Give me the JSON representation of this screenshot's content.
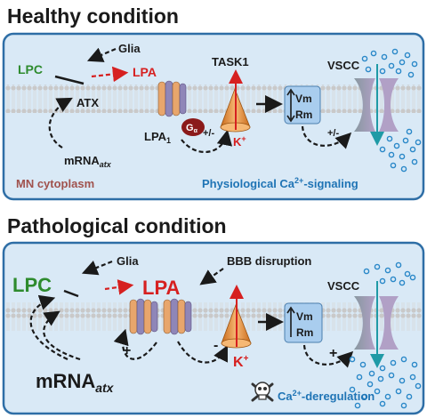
{
  "panels": [
    {
      "id": "healthy",
      "heading": "Healthy condition",
      "labels": {
        "glia": "Glia",
        "lpc": "LPC",
        "lpa": "LPA",
        "atx": "ATX",
        "task1": "TASK1",
        "lpa1": "LPA",
        "lpa1_sub": "1",
        "galpha": "G",
        "galpha_sub": "α",
        "plus_minus_1": "+/-",
        "k_ion": "K",
        "k_sup": "+",
        "vm": "Vm",
        "rm": "Rm",
        "vscc": "VSCC",
        "plus_minus_2": "+/-",
        "mrna": "mRNA",
        "mrna_sub": "atx",
        "cytoplasm": "MN cytoplasm",
        "signaling_pre": "Physiological Ca",
        "signaling_sup": "2+",
        "signaling_post": "-signaling"
      }
    },
    {
      "id": "pathological",
      "heading": "Pathological condition",
      "labels": {
        "glia": "Glia",
        "lpc": "LPC",
        "lpa": "LPA",
        "bbb": "BBB disruption",
        "plus": "+",
        "minus": "-",
        "k_ion": "K",
        "k_sup": "+",
        "vm": "Vm",
        "rm": "Rm",
        "vscc": "VSCC",
        "plus_2": "+",
        "mrna": "mRNA",
        "mrna_sub": "atx",
        "dereg_pre": "Ca",
        "dereg_sup": "2+",
        "dereg_post": "-deregulation"
      }
    }
  ],
  "colors": {
    "panel_bg": "#d9e9f6",
    "panel_border": "#2e6ea6",
    "membrane_head": "#c9c9c9",
    "receptor_orange": "#e8a66c",
    "receptor_purple": "#8f86b8",
    "channel_orange": "#f0a04a",
    "vm_box": "#a9cdee",
    "vscc_gray": "#8c9aa0",
    "calcium": "#2a88c8",
    "g_alpha": "#8b1a1a"
  },
  "icons": [
    "skull-crossbones-icon"
  ]
}
